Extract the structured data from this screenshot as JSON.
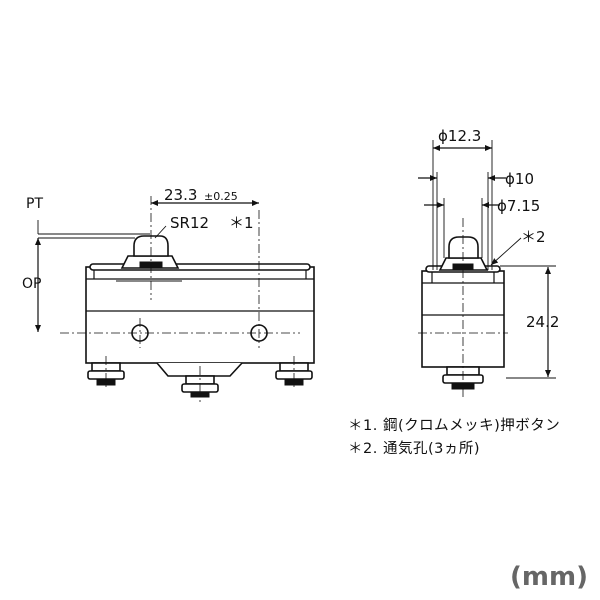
{
  "labels": {
    "pt": "PT",
    "op": "OP",
    "dim_23_3": "23.3",
    "dim_23_3_tol": "±0.25",
    "sr12": "SR12",
    "note_ref_1": "＊1",
    "phi_12_3": "ϕ12.3",
    "phi_10": "ϕ10",
    "phi_7_15": "ϕ7.15",
    "note_ref_2": "＊2",
    "dim_24_2": "24.2"
  },
  "notes": [
    "＊1. 鋼(クロムメッキ)押ボタン",
    "＊2. 通気孔(3ヵ所)"
  ],
  "unit": "(mm)"
}
